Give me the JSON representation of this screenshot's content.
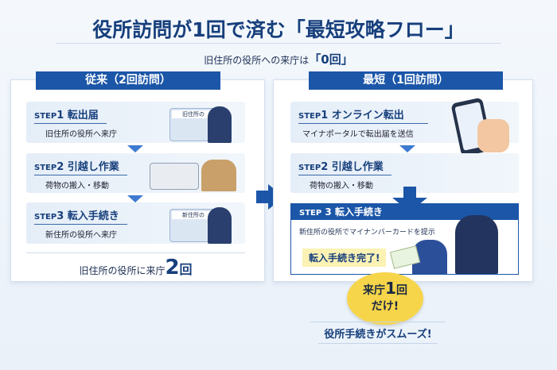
{
  "title": "役所訪問が1回で済む「最短攻略フロー」",
  "subtitle": {
    "text": "旧住所の役所への来庁は",
    "count": "「0回」"
  },
  "left": {
    "header": "従来（2回訪問）",
    "steps": [
      {
        "label": "STEP",
        "num": "1",
        "title": "転出届",
        "desc": "旧住所の役所へ来庁",
        "sign": "旧住所の"
      },
      {
        "label": "STEP",
        "num": "2",
        "title": "引越し作業",
        "desc": "荷物の搬入・移動"
      },
      {
        "label": "STEP",
        "num": "3",
        "title": "転入手続き",
        "desc": "新住所の役所へ来庁",
        "sign": "新住所の"
      }
    ],
    "footer": {
      "text": "旧住所の役所に来庁",
      "num": "2",
      "unit": "回"
    }
  },
  "right": {
    "header": "最短（1回訪問）",
    "steps": [
      {
        "label": "STEP",
        "num": "1",
        "title": "オンライン転出",
        "desc": "マイナポータルで転出届を送信"
      },
      {
        "label": "STEP",
        "num": "2",
        "title": "引越し作業",
        "desc": "荷物の搬入・移動"
      },
      {
        "label": "STEP",
        "num": "3",
        "title": "転入手続き",
        "desc": "新住所の役所でマイナンバーカードを提示",
        "badge": "転入手続き完了!"
      }
    ]
  },
  "bubble": {
    "line1a": "来庁",
    "num": "1",
    "line1b": "回",
    "line2": "だけ!"
  },
  "bottom": "役所手続きがスムーズ!",
  "colors": {
    "primary": "#1b56a8",
    "accent": "#f7d54a"
  }
}
